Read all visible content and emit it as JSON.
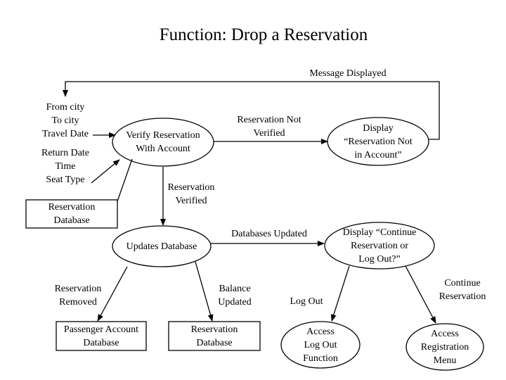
{
  "title": "Function: Drop a Reservation",
  "nodes": {
    "verify": "Verify Reservation\nWith Account",
    "display_not_in_account": "Display\n“Reservation Not\nin Account”",
    "updates_database": "Updates Database",
    "display_continue": "Display  “Continue\nReservation or\nLog Out?”",
    "access_logout": "Access\nLog Out\nFunction",
    "access_registration": "Access\nRegistration\nMenu"
  },
  "stores": {
    "reservation_database_top": "Reservation\nDatabase",
    "passenger_account_database": "Passenger Account\nDatabase",
    "reservation_database_bottom": "Reservation\nDatabase"
  },
  "flows": {
    "message_displayed": "Message Displayed",
    "input_group_1": "From city\nTo city\nTravel Date",
    "input_group_2": "Return Date\nTime\nSeat Type",
    "reservation_not_verified": "Reservation Not\nVerified",
    "reservation_verified": "Reservation\nVerified",
    "databases_updated": "Databases Updated",
    "reservation_removed": "Reservation\nRemoved",
    "balance_updated": "Balance\nUpdated",
    "log_out": "Log Out",
    "continue_reservation": "Continue\nReservation"
  }
}
